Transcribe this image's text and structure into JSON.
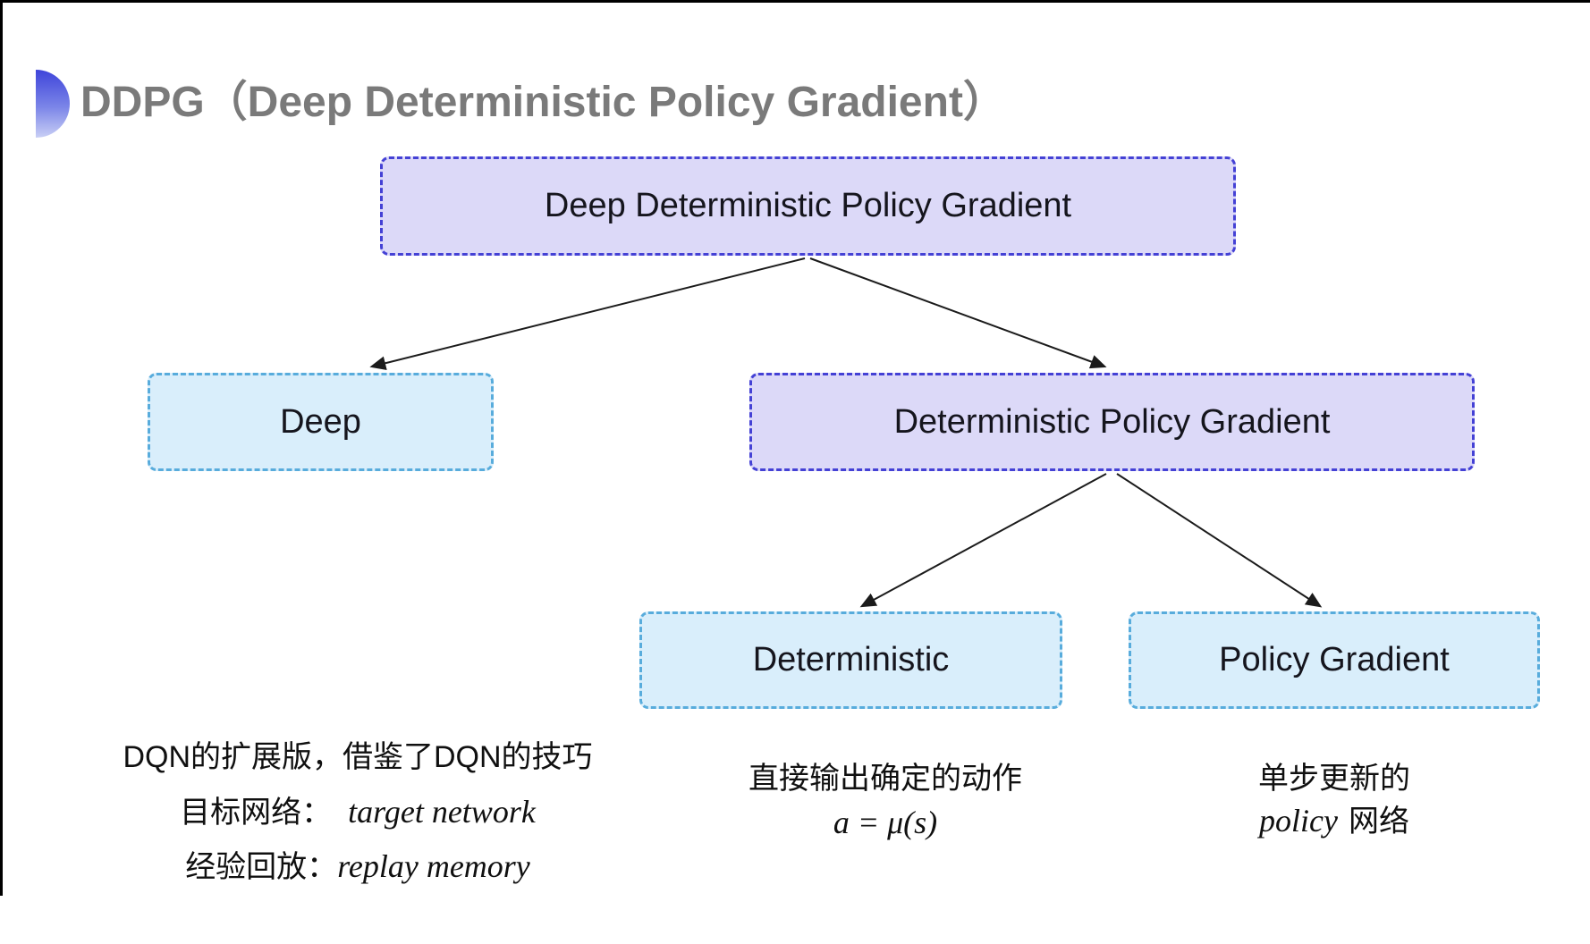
{
  "colors": {
    "purple_fill": "#dcd9f8",
    "purple_border": "#4441d5",
    "cyan_fill": "#d9eefb",
    "cyan_border": "#58acdc",
    "title_gray": "#7a7a7a",
    "arrow": "#1b1b1b",
    "bullet_top": "#3e44da",
    "bullet_bottom": "#c9cff5"
  },
  "title": {
    "bullet_icon": "half-circle-bullet",
    "text": "DDPG（Deep Deterministic Policy Gradient）"
  },
  "diagram": {
    "nodes": [
      {
        "id": "ddpg",
        "label": "Deep Deterministic Policy Gradient",
        "variant": "purple"
      },
      {
        "id": "deep",
        "label": "Deep",
        "variant": "cyan"
      },
      {
        "id": "dpg",
        "label": "Deterministic Policy Gradient",
        "variant": "purple"
      },
      {
        "id": "deterministic",
        "label": "Deterministic",
        "variant": "cyan"
      },
      {
        "id": "policy_gradient",
        "label": "Policy Gradient",
        "variant": "cyan"
      }
    ],
    "edges": [
      {
        "from": "ddpg",
        "to": "deep"
      },
      {
        "from": "ddpg",
        "to": "dpg"
      },
      {
        "from": "dpg",
        "to": "deterministic"
      },
      {
        "from": "dpg",
        "to": "policy_gradient"
      }
    ]
  },
  "notes": {
    "deep": {
      "line1": "DQN的扩展版，借鉴了DQN的技巧",
      "line2_cn": "目标网络：",
      "line2_en": "target network",
      "line3_cn": "经验回放：",
      "line3_en": "replay memory"
    },
    "deterministic": {
      "line1": "直接输出确定的动作",
      "line2_math": "a = μ(s)"
    },
    "policy_gradient": {
      "line1": "单步更新的",
      "line2_en": "policy",
      "line2_cn": "网络"
    }
  }
}
